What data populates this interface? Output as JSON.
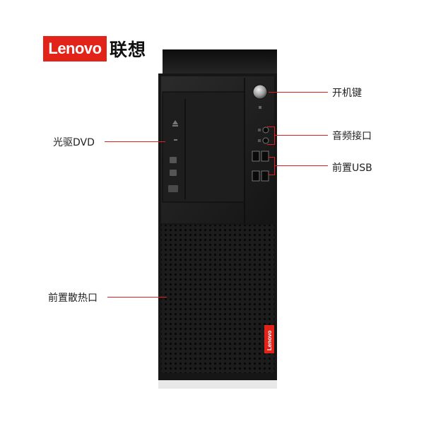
{
  "brand": {
    "logo_text": "Lenovo",
    "logo_cn": "联想",
    "side_badge": "Lenovo",
    "accent": "#e2231a"
  },
  "callouts": {
    "power_button": "开机键",
    "audio_ports": "音频接口",
    "front_usb": "前置USB",
    "optical_drive": "光驱DVD",
    "front_vent": "前置散热口"
  },
  "colors": {
    "chassis": "#1a1a1a",
    "panel": "#222222",
    "leader_line": "#e02020"
  },
  "icons": [
    "power-icon",
    "headphone-icon",
    "microphone-icon",
    "usb-icon",
    "eject-icon",
    "dvd-logo-icon"
  ]
}
